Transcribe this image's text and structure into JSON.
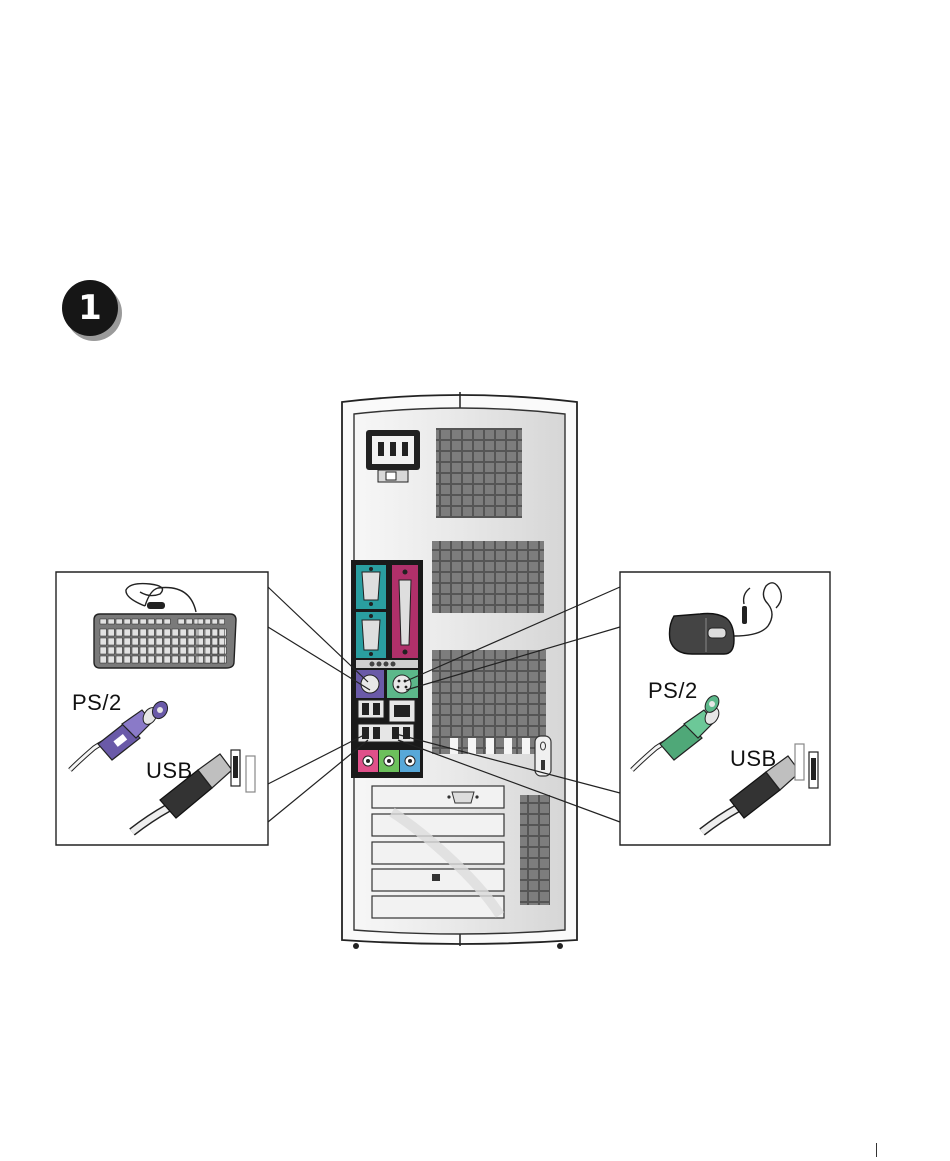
{
  "step": {
    "number": "1"
  },
  "left_callout": {
    "device": "keyboard",
    "ps2_label": "PS/2",
    "usb_label": "USB",
    "connector_color": "#6a5aa8"
  },
  "right_callout": {
    "device": "mouse",
    "ps2_label": "PS/2",
    "usb_label": "USB",
    "connector_color": "#4fa878"
  },
  "computer": {
    "view": "tower-back-panel",
    "port_colors": {
      "serial": "#2a9ea0",
      "parallel": "#b0306a",
      "ps2_keyboard": "#6a5aa8",
      "ps2_mouse": "#5cb88a",
      "audio_line_in": "#58a8d8",
      "audio_line_out": "#6cc05c",
      "audio_mic": "#e0508a"
    }
  },
  "icons": [
    "step-number-badge",
    "keyboard-icon",
    "mouse-icon",
    "ps2-connector-icon",
    "usb-connector-icon",
    "power-connector-icon"
  ]
}
